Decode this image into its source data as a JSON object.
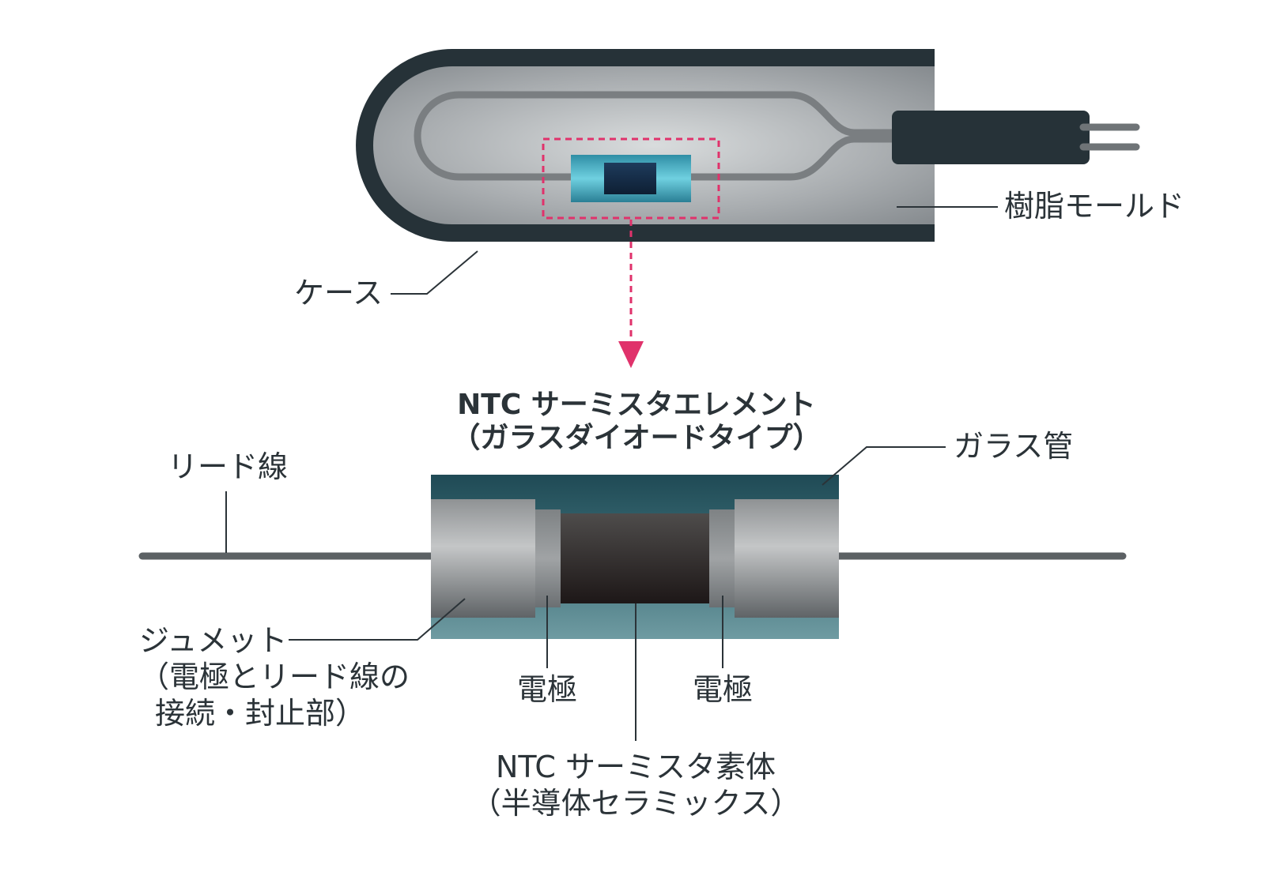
{
  "labels": {
    "resin_mold": "樹脂モールド",
    "case": "ケース",
    "element_title_1": "NTC サーミスタエレメント",
    "element_title_2": "（ガラスダイオードタイプ）",
    "glass_tube": "ガラス管",
    "lead_wire": "リード線",
    "dumet_1": "ジュメット",
    "dumet_2": "（電極とリード線の",
    "dumet_3": "接続・封止部）",
    "electrode_left": "電極",
    "electrode_right": "電極",
    "thermistor_body_1": "NTC サーミスタ素体",
    "thermistor_body_2": "（半導体セラミックス）"
  },
  "colors": {
    "text": "#2b3338",
    "case_outline": "#263238",
    "highlight": "#e0326b",
    "glass_teal": "#4fb3c7"
  }
}
